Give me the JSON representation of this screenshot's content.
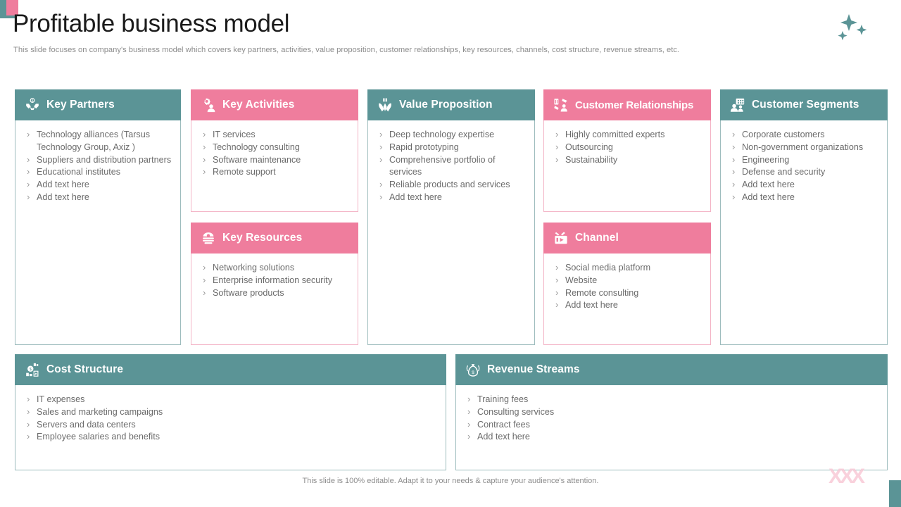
{
  "slide": {
    "title": "Profitable business model",
    "subtitle": "This slide focuses on company's business model which covers key partners, activities, value proposition, customer relationships, key resources, channels, cost structure, revenue streams, etc.",
    "footer": "This slide is 100% editable. Adapt it to your needs & capture your audience's attention.",
    "decoration_mark": "XXX"
  },
  "theme": {
    "teal": "#5B9496",
    "pink": "#EF7D9D",
    "body_text": "#6b6b6b",
    "title_text": "#1b1b1b",
    "subtitle_text": "#8d8d8d"
  },
  "cards": {
    "key_partners": {
      "title": "Key Partners",
      "icon": "handshake-coin-icon",
      "color": "teal",
      "items": [
        "Technology alliances (Tarsus Technology Group, Axiz )",
        "Suppliers and distribution partners",
        "Educational institutes",
        "Add text here",
        "Add text here"
      ]
    },
    "key_activities": {
      "title": "Key Activities",
      "icon": "gear-person-icon",
      "color": "pink",
      "items": [
        "IT services",
        "Technology consulting",
        "Software maintenance",
        "Remote support"
      ]
    },
    "key_resources": {
      "title": "Key Resources",
      "icon": "resource-stack-icon",
      "color": "pink",
      "items": [
        "Networking solutions",
        "Enterprise information security",
        "Software products"
      ]
    },
    "value_proposition": {
      "title": "Value Proposition",
      "icon": "hands-gift-icon",
      "color": "teal",
      "items": [
        "Deep technology expertise",
        "Rapid prototyping",
        "Comprehensive portfolio of services",
        "Reliable products and services",
        "Add text here"
      ]
    },
    "customer_relationships": {
      "title": "Customer Relationships",
      "icon": "person-handshake-icon",
      "color": "pink",
      "items": [
        "Highly committed experts",
        "Outsourcing",
        "Sustainability"
      ]
    },
    "channel": {
      "title": "Channel",
      "icon": "media-play-icon",
      "color": "pink",
      "items": [
        "Social media platform",
        "Website",
        "Remote consulting",
        "Add text here"
      ]
    },
    "customer_segments": {
      "title": "Customer Segments",
      "icon": "people-group-icon",
      "color": "teal",
      "items": [
        "Corporate customers",
        "Non-government organizations",
        "Engineering",
        "Defense and security",
        "Add text here",
        "Add text here"
      ]
    },
    "cost_structure": {
      "title": "Cost Structure",
      "icon": "coin-chart-icon",
      "color": "teal",
      "items": [
        "IT expenses",
        "Sales and marketing campaigns",
        "Servers and data centers",
        "Employee salaries and benefits"
      ]
    },
    "revenue_streams": {
      "title": "Revenue Streams",
      "icon": "money-bag-icon",
      "color": "teal",
      "items": [
        "Training fees",
        "Consulting services",
        "Contract fees",
        "Add text here"
      ]
    }
  }
}
